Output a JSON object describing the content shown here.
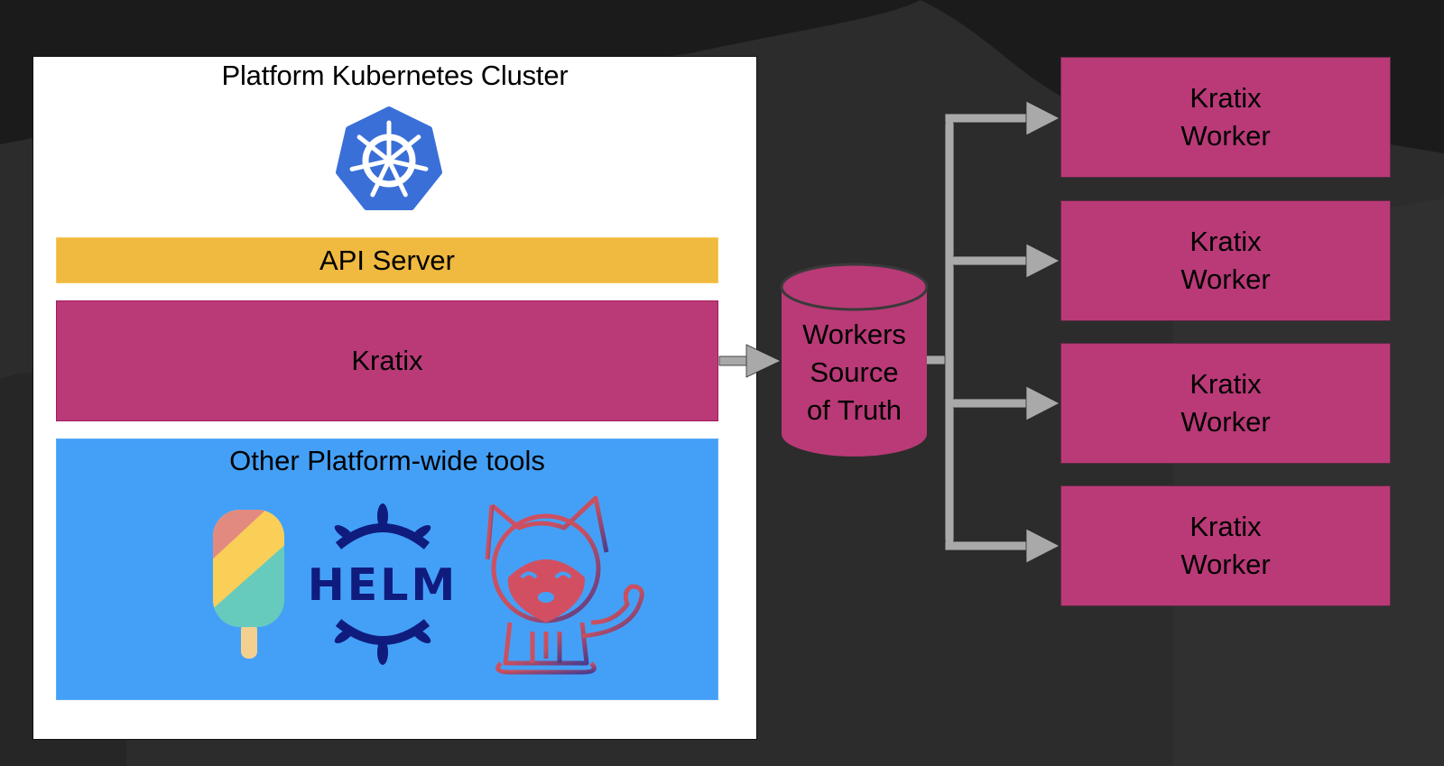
{
  "diagram": {
    "cluster": {
      "title": "Platform Kubernetes Cluster",
      "logo_icon": "kubernetes-helm-wheel-icon",
      "api_server_label": "API Server",
      "kratix_label": "Kratix",
      "tools": {
        "title": "Other Platform-wide tools",
        "icons": [
          "popsicle-icon",
          "helm-logo-icon",
          "cat-mascot-icon"
        ],
        "helm_text": "HELM"
      }
    },
    "source_of_truth": {
      "lines": [
        "Workers",
        "Source",
        "of Truth"
      ]
    },
    "workers": [
      {
        "line1": "Kratix",
        "line2": "Worker"
      },
      {
        "line1": "Kratix",
        "line2": "Worker"
      },
      {
        "line1": "Kratix",
        "line2": "Worker"
      },
      {
        "line1": "Kratix",
        "line2": "Worker"
      }
    ],
    "colors": {
      "kratix_magenta": "#b93a77",
      "api_yellow": "#f0b940",
      "tools_blue": "#44a0f7",
      "kube_blue": "#3a6fd8",
      "arrow_gray": "#a9a9a9",
      "background": "#1b1b1b"
    }
  }
}
